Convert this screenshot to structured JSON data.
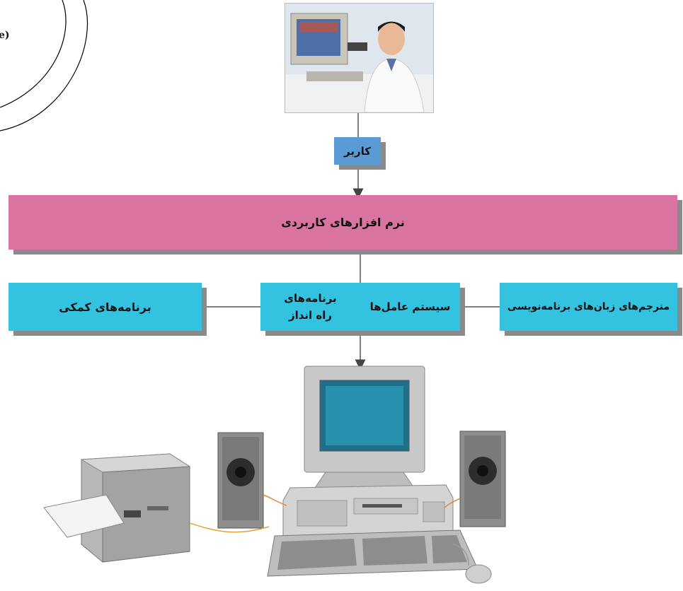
{
  "corner": {
    "text": "e)"
  },
  "diagram": {
    "user_label": "کاربر",
    "applications_label": "نرم افزارهای کاربردی",
    "utilities_label": "برنامه‌های کمکی",
    "drivers_label_line1": "برنامه‌های",
    "drivers_label_line2": "راه انداز",
    "os_label": "سیستم عامل‌ها",
    "translators_label": "مترجم‌های زبان‌های برنامه‌نویسی"
  },
  "colors": {
    "user_box": "#5b9bd5",
    "applications_bar": "#d9739f",
    "system_boxes": "#33c3e0",
    "shadow": "#8a8a8a"
  },
  "icons": [
    "user-photo",
    "computer-system-illustration",
    "printer-icon",
    "speaker-icon",
    "monitor-icon",
    "keyboard-icon",
    "mouse-icon"
  ]
}
